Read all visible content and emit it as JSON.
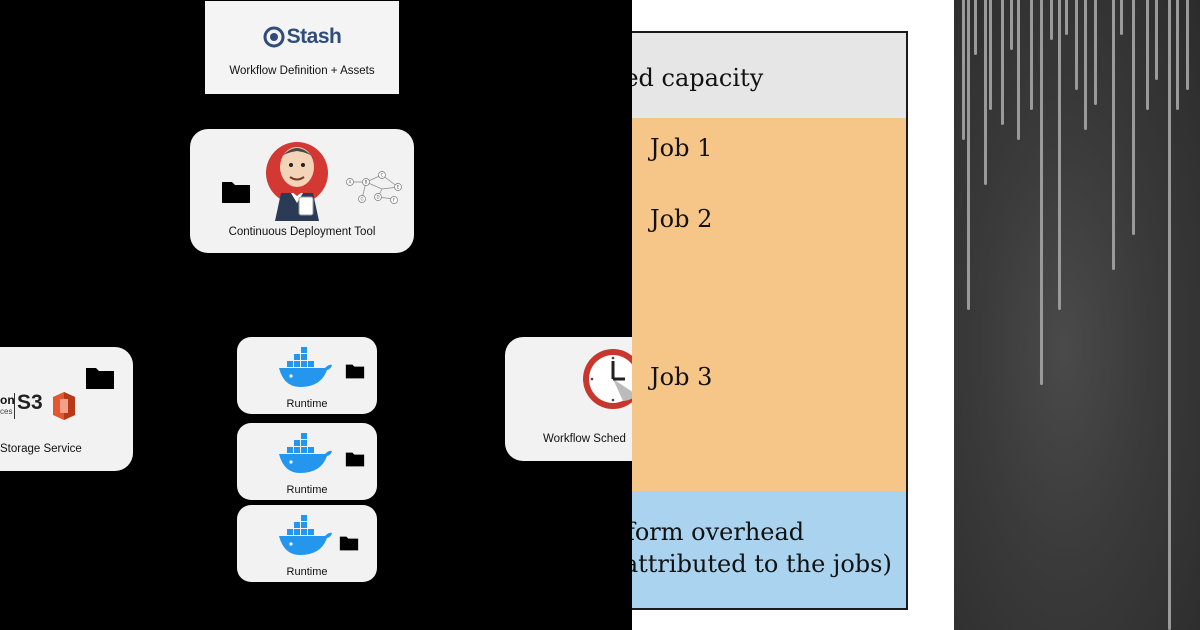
{
  "diagram": {
    "stash": {
      "brand": "Stash",
      "caption": "Workflow Definition + Assets"
    },
    "deploy_tool": {
      "caption": "Continuous Deployment Tool",
      "graph_nodes": [
        "A",
        "B",
        "C",
        "D",
        "E",
        "F",
        "G"
      ]
    },
    "storage": {
      "brand_fragment": "on",
      "brand_sub": "ces",
      "product": "S3",
      "caption": "Storage Service"
    },
    "runtimes": [
      {
        "caption": "Runtime"
      },
      {
        "caption": "Runtime"
      },
      {
        "caption": "Runtime"
      }
    ],
    "scheduler": {
      "caption": "Workflow Sched"
    }
  },
  "capacity_table": {
    "header": "sed capacity",
    "rows": [
      "Job 1",
      "Job 2",
      "Job 3"
    ],
    "overhead_line1": "atform overhead",
    "overhead_line2": "e attributed to the jobs)"
  },
  "colors": {
    "stash_blue": "#2f4c7a",
    "s3_red": "#e4562b",
    "docker_blue": "#2496ed",
    "jenkins_red": "#d33833",
    "job_orange": "#f6c688",
    "overhead_blue": "#a9d3ef",
    "header_gray": "#e6e6e6"
  }
}
